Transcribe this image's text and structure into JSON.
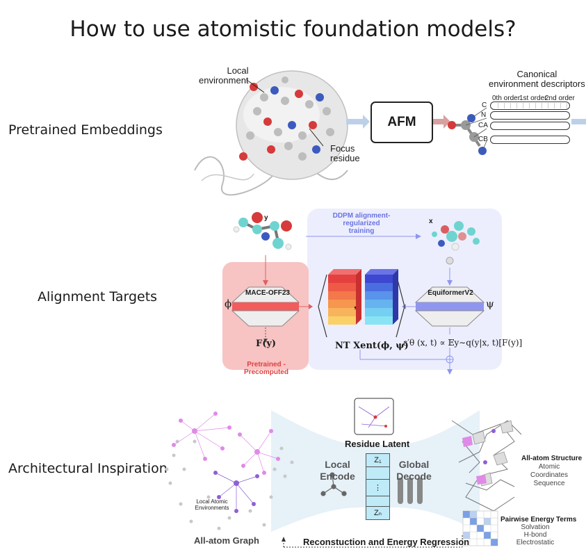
{
  "title": "How to use atomistic foundation models?",
  "rows": {
    "pretrained": "Pretrained Embeddings",
    "alignment": "Alignment Targets",
    "architectural": "Architectural Inspiration"
  },
  "panel1": {
    "local_env": "Local\nenvironment",
    "focus": "Focus\nresidue",
    "afm": "AFM",
    "canonical": "Canonical\nenvironment descriptors",
    "orders": [
      "0th order",
      "1st order",
      "2nd order"
    ],
    "atoms": [
      "C",
      "N",
      "CA",
      "CB"
    ]
  },
  "panel2": {
    "y_label": "y",
    "x_label": "x",
    "ddpm": "DDPM alignment-regularized\ntraining",
    "mace": "MACE-OFF23",
    "phi": "ϕ",
    "psi": "ψ",
    "f_y": "F(y)",
    "equiformer": "EquiformerV2",
    "ntxent": "NT Xent(ϕ, ψ)",
    "eps": "ε′θ (x, t) ∝ 𝔼y∼q(y|x, t)[F(y)]",
    "pretrained_precomputed": "Pretrained - Precomputed",
    "comma": ","
  },
  "panel3": {
    "residue_latent": "Residue Latent",
    "local_encode": "Local\nEncode",
    "global_decode": "Global\nDecode",
    "z1": "Z₁",
    "zdots": "⋮",
    "zn": "Zₙ",
    "local_atomic": "Local Atomic\nEnvironments",
    "all_atom_graph": "All-atom Graph",
    "all_atom_structure": "All-atom Structure",
    "structure_sub": "Atomic Coordinates\nSequence",
    "pairwise": "Pairwise Energy Terms",
    "pairwise_sub": "Solvation\nH-bond\nElectrostatic",
    "recon": "Reconstuction and Energy Regression"
  },
  "colors": {
    "pink_panel": "#f7c3c3",
    "lavender_panel": "#eceefd",
    "red_bar": "#f25c5c",
    "blue_bar": "#8f96ef",
    "arrow_blue": "#a9c4e4",
    "graph_purple": "#8e5fd6",
    "graph_pink": "#e08ae8",
    "latent_cyan": "#bfeaf7"
  }
}
